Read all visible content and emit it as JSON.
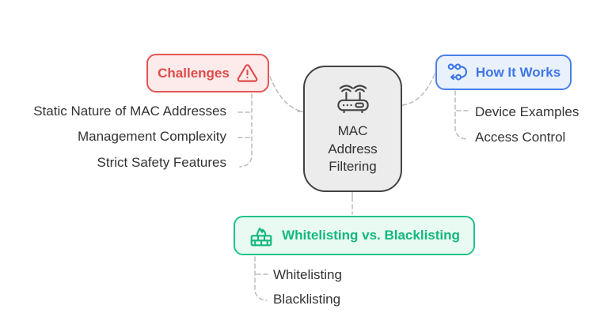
{
  "title": "MAC Address Filtering mind map",
  "colors": {
    "connector": "#bbbbbb",
    "center_bg": "#ececec",
    "center_border": "#424242",
    "center_text": "#333333",
    "challenges_bg": "#fdeaea",
    "challenges_border": "#e25555",
    "challenges_text": "#e04b4b",
    "how_it_works_bg": "#e9f1fd",
    "how_it_works_border": "#4a80e8",
    "how_it_works_text": "#3f77e6",
    "whitelisting_bg": "#e9faf2",
    "whitelisting_border": "#21c28a",
    "whitelisting_text": "#12b87e",
    "leaf_text": "#333333"
  },
  "root": {
    "label": "MAC Address Filtering",
    "icon": "wifi-router-icon"
  },
  "branches": [
    {
      "label": "Challenges",
      "icon": "warning-triangle-icon",
      "children": [
        "Static Nature of MAC Addresses",
        "Management Complexity",
        "Strict Safety Features"
      ]
    },
    {
      "label": "How It Works",
      "icon": "route-icon",
      "children": [
        "Device Examples",
        "Access Control"
      ]
    },
    {
      "label": "Whitelisting vs. Blacklisting",
      "icon": "firewall-icon",
      "children": [
        "Whitelisting",
        "Blacklisting"
      ]
    }
  ]
}
